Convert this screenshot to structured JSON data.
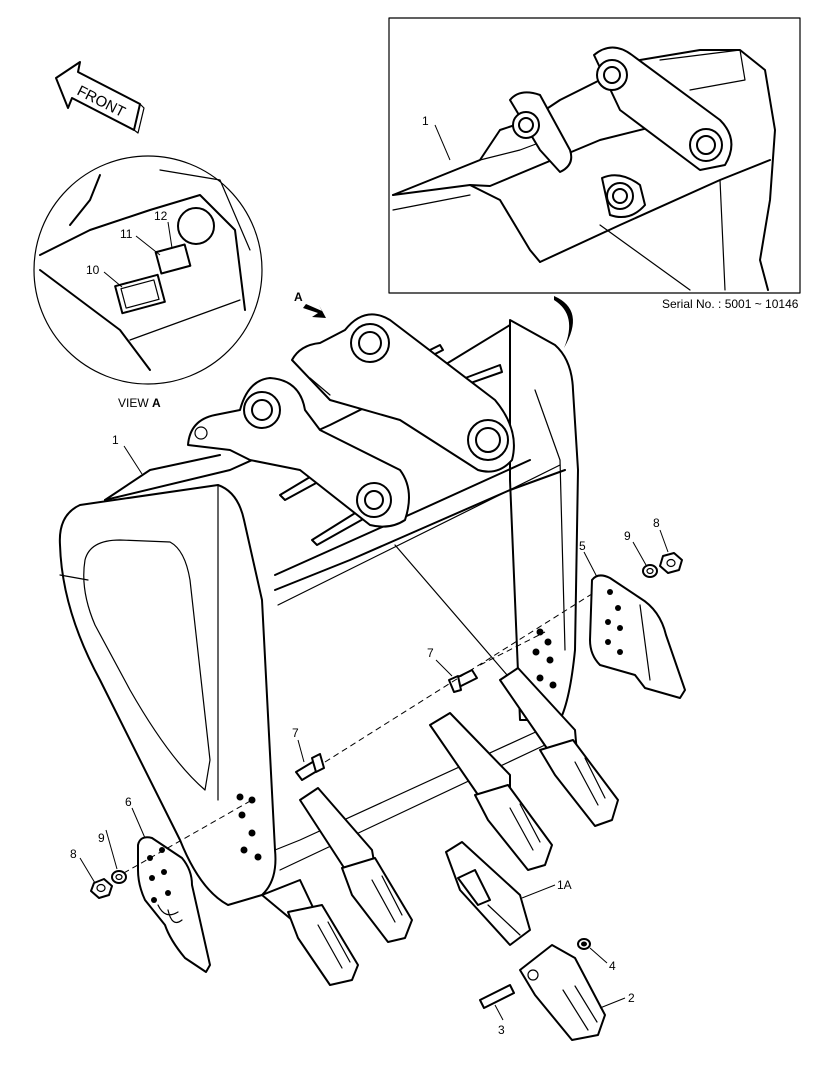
{
  "front_label": "FRONT",
  "serial": "Serial No. : 5001 ~ 10146",
  "view_label": {
    "prefix": "VIEW ",
    "letter": "A"
  },
  "view_arrow_letter": "A",
  "callouts": {
    "inset_1": "1",
    "main_1": "1",
    "c1A": "1A",
    "c2": "2",
    "c3": "3",
    "c4": "4",
    "c5": "5",
    "c6": "6",
    "c7a": "7",
    "c7b": "7",
    "c8a": "8",
    "c8b": "8",
    "c9a": "9",
    "c9b": "9",
    "c10": "10",
    "c11": "11",
    "c12": "12"
  }
}
